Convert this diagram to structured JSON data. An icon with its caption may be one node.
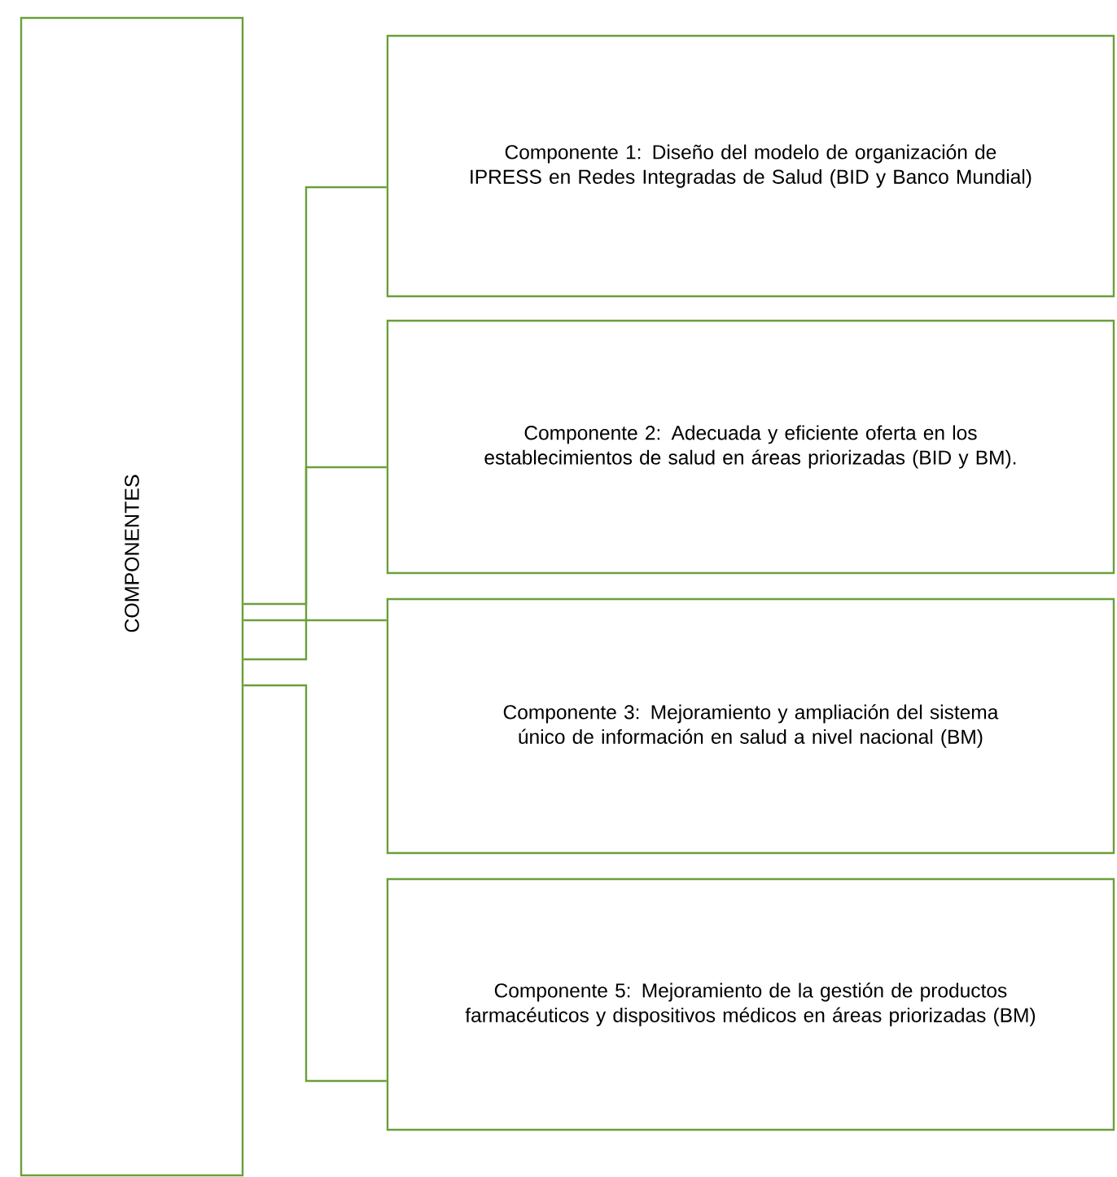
{
  "diagram": {
    "nodes": [
      {
        "text": [
          "COMPONENTES"
        ]
      },
      {
        "text": [
          "Componente 1: Diseño del modelo de organización de IPRESS en Redes Integradas de Salud (BID y Banco Mundial)"
        ]
      },
      {
        "text": [
          "Componente 2: Adecuada y eficiente oferta en los establecimientos de salud en áreas priorizadas (BID y BM)."
        ]
      },
      {
        "text": [
          "Componente 3: Mejoramiento y ampliación del sistema único de información en salud a nivel nacional (BM)"
        ]
      },
      {
        "text": [
          "Componente 5: Mejoramiento de la gestión de productos farmacéuticos y dispositivos médicos en áreas priorizadas (BM)"
        ]
      }
    ],
    "edges": [
      {
        "from": 0,
        "to": 1,
        "arrow": "none"
      },
      {
        "from": 0,
        "to": 2,
        "arrow": "none"
      },
      {
        "from": 0,
        "to": 3,
        "arrow": "none"
      },
      {
        "from": 0,
        "to": 4,
        "arrow": "none"
      }
    ]
  }
}
